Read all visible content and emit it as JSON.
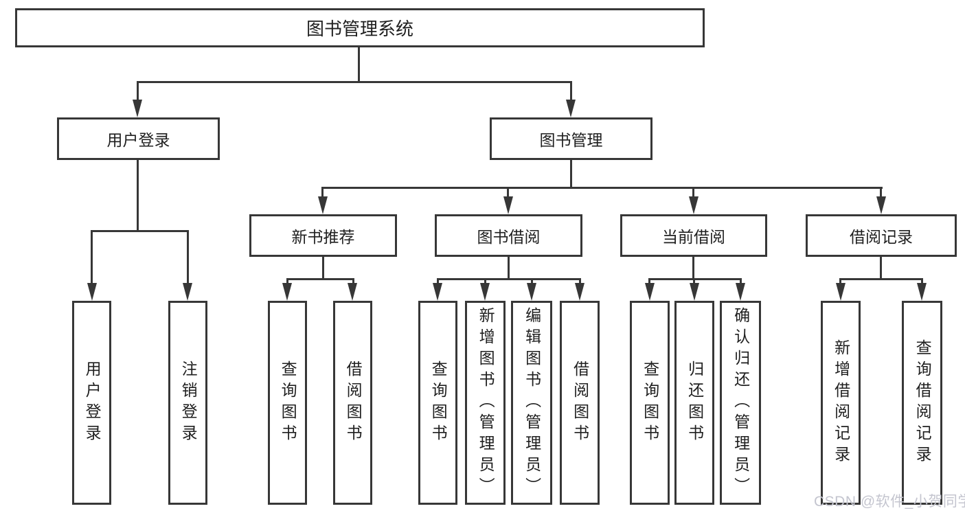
{
  "title": {
    "label": "图书管理系统"
  },
  "level2": [
    {
      "label": "用户登录"
    },
    {
      "label": "图书管理"
    }
  ],
  "level3": [
    {
      "label": "新书推荐"
    },
    {
      "label": "图书借阅"
    },
    {
      "label": "当前借阅"
    },
    {
      "label": "借阅记录"
    }
  ],
  "level4": {
    "login": [
      "用户登录",
      "注销登录"
    ],
    "recommend": [
      "查询图书",
      "借阅图书"
    ],
    "borrow": [
      "查询图书",
      "新增图书（管理员）",
      "编辑图书（管理员）",
      "借阅图书"
    ],
    "current": [
      "查询图书",
      "归还图书",
      "确认归还（管理员）"
    ],
    "records": [
      "新增借阅记录",
      "查询借阅记录"
    ]
  },
  "watermark": {
    "text": "CSDN @软件_小贺同学"
  },
  "colors": {
    "line": "#373737",
    "box_border": "#373737",
    "text": "#1f1f1f",
    "background": "#ffffff",
    "watermark": "#c4c5cf"
  }
}
